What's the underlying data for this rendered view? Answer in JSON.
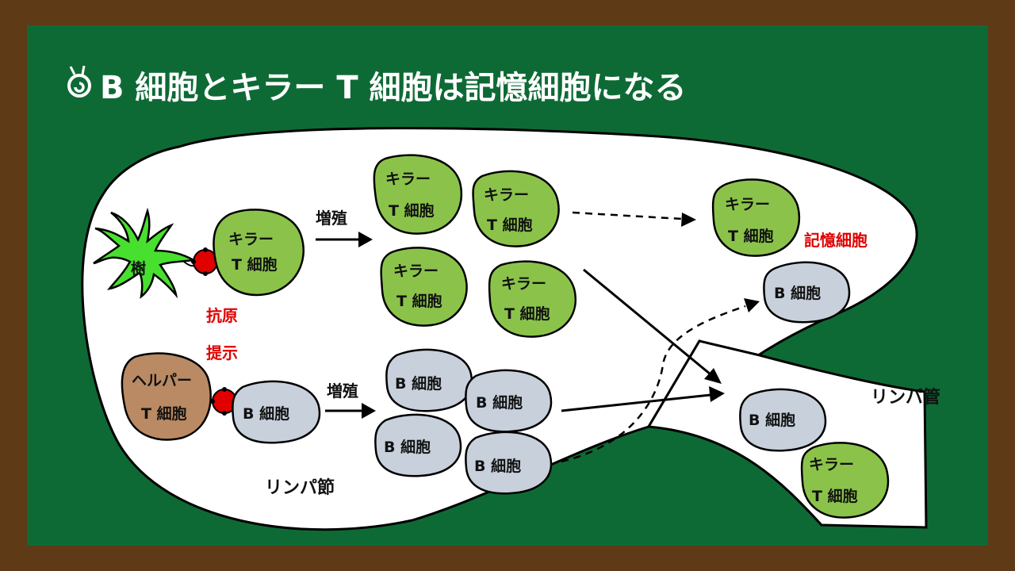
{
  "title": "B 細胞とキラー T 細胞は記憶細胞になる",
  "icon": "snail-icon",
  "labels": {
    "dendritic": "樹",
    "killer_line1": "キラー",
    "killer_line2": "T 細胞",
    "b_cell": "B 細胞",
    "helper_line1": "ヘルパー",
    "helper_line2": "T 細胞",
    "proliferation": "増殖",
    "antigen_line1": "抗原",
    "antigen_line2": "提示",
    "memory_cell": "記憶細胞",
    "lymph_node": "リンパ節",
    "lymph_vessel": "リンパ管"
  },
  "colors": {
    "board": "#0e6a35",
    "frame": "#5e3a16",
    "killer_fill": "#8bc34a",
    "b_fill": "#c8d0dc",
    "helper_fill": "#b98a63",
    "dendritic_fill": "#47e02e",
    "antigen": "#e00000",
    "memory_text": "#e00000"
  }
}
